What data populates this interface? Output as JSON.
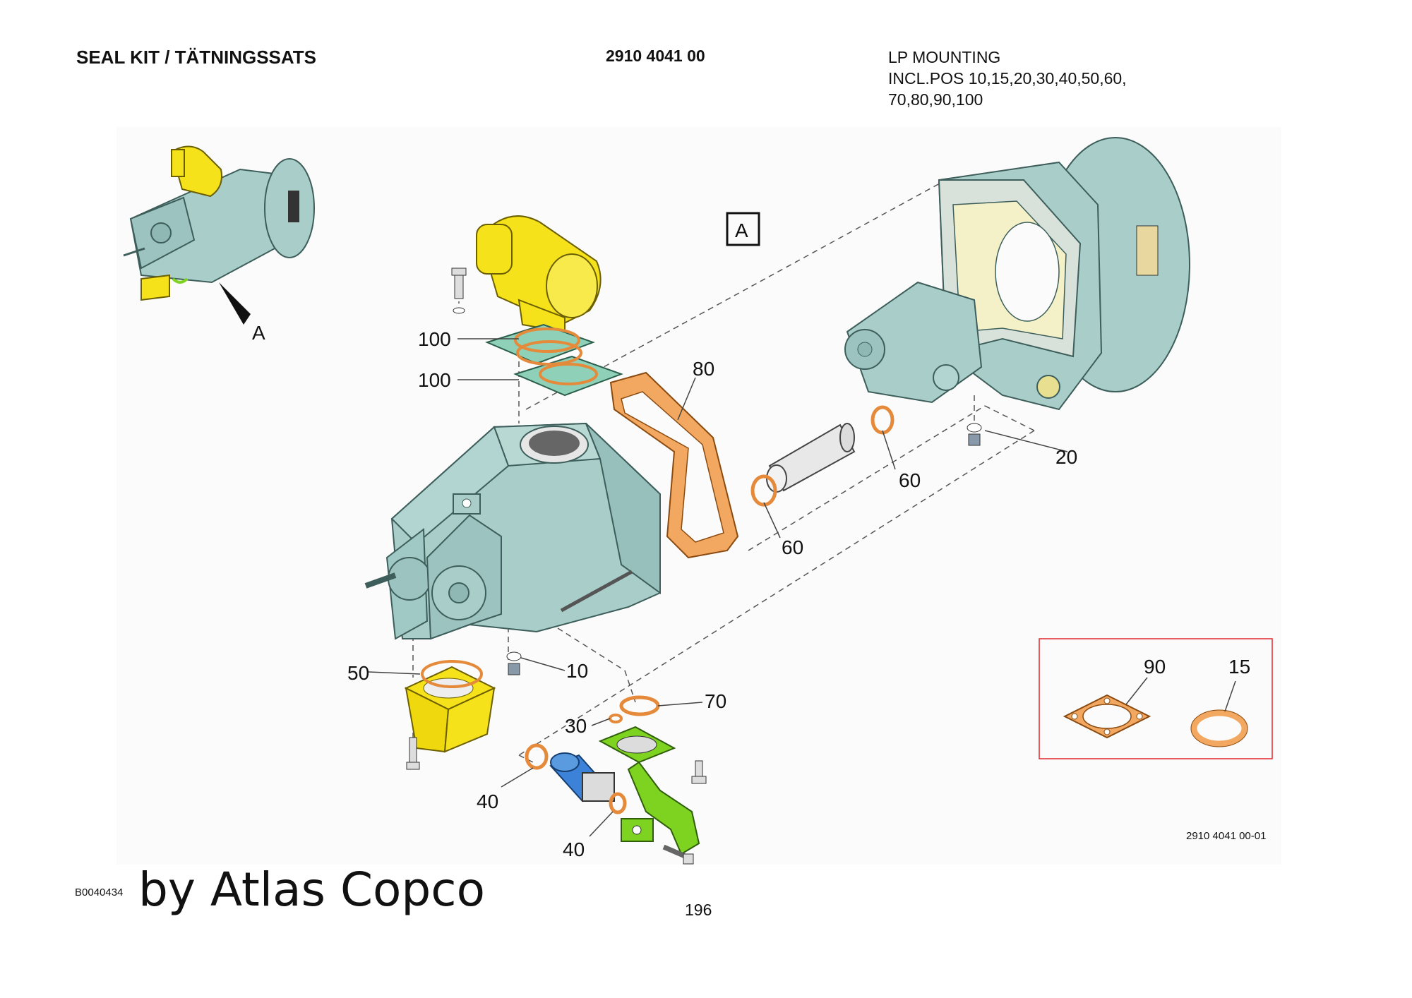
{
  "header": {
    "title": "SEAL KIT / TÄTNINGSSATS",
    "part_number": "2910 4041 00",
    "description_lines": [
      "LP MOUNTING",
      "INCL.POS 10,15,20,30,40,50,60,",
      "70,80,90,100"
    ]
  },
  "diagram": {
    "view_marker": "A",
    "overview_label": "A",
    "figure_code": "2910 4041 00-01",
    "callouts": {
      "p100a": "100",
      "p100b": "100",
      "p80": "80",
      "p60a": "60",
      "p60b": "60",
      "p20": "20",
      "p50": "50",
      "p10": "10",
      "p70": "70",
      "p30": "30",
      "p40a": "40",
      "p40b": "40",
      "p90": "90",
      "p15": "15"
    }
  },
  "footer": {
    "doc_id": "B0040434",
    "brand": "by Atlas Copco",
    "page": "196"
  },
  "colors": {
    "housing": "#a9cdc9",
    "gasket": "#f2a860",
    "seal_ring": "#e58a3a",
    "motor": "#f5e21a",
    "pipe": "#7ed321",
    "valve": "#3b82d8",
    "kit_box": "#e0282e"
  }
}
